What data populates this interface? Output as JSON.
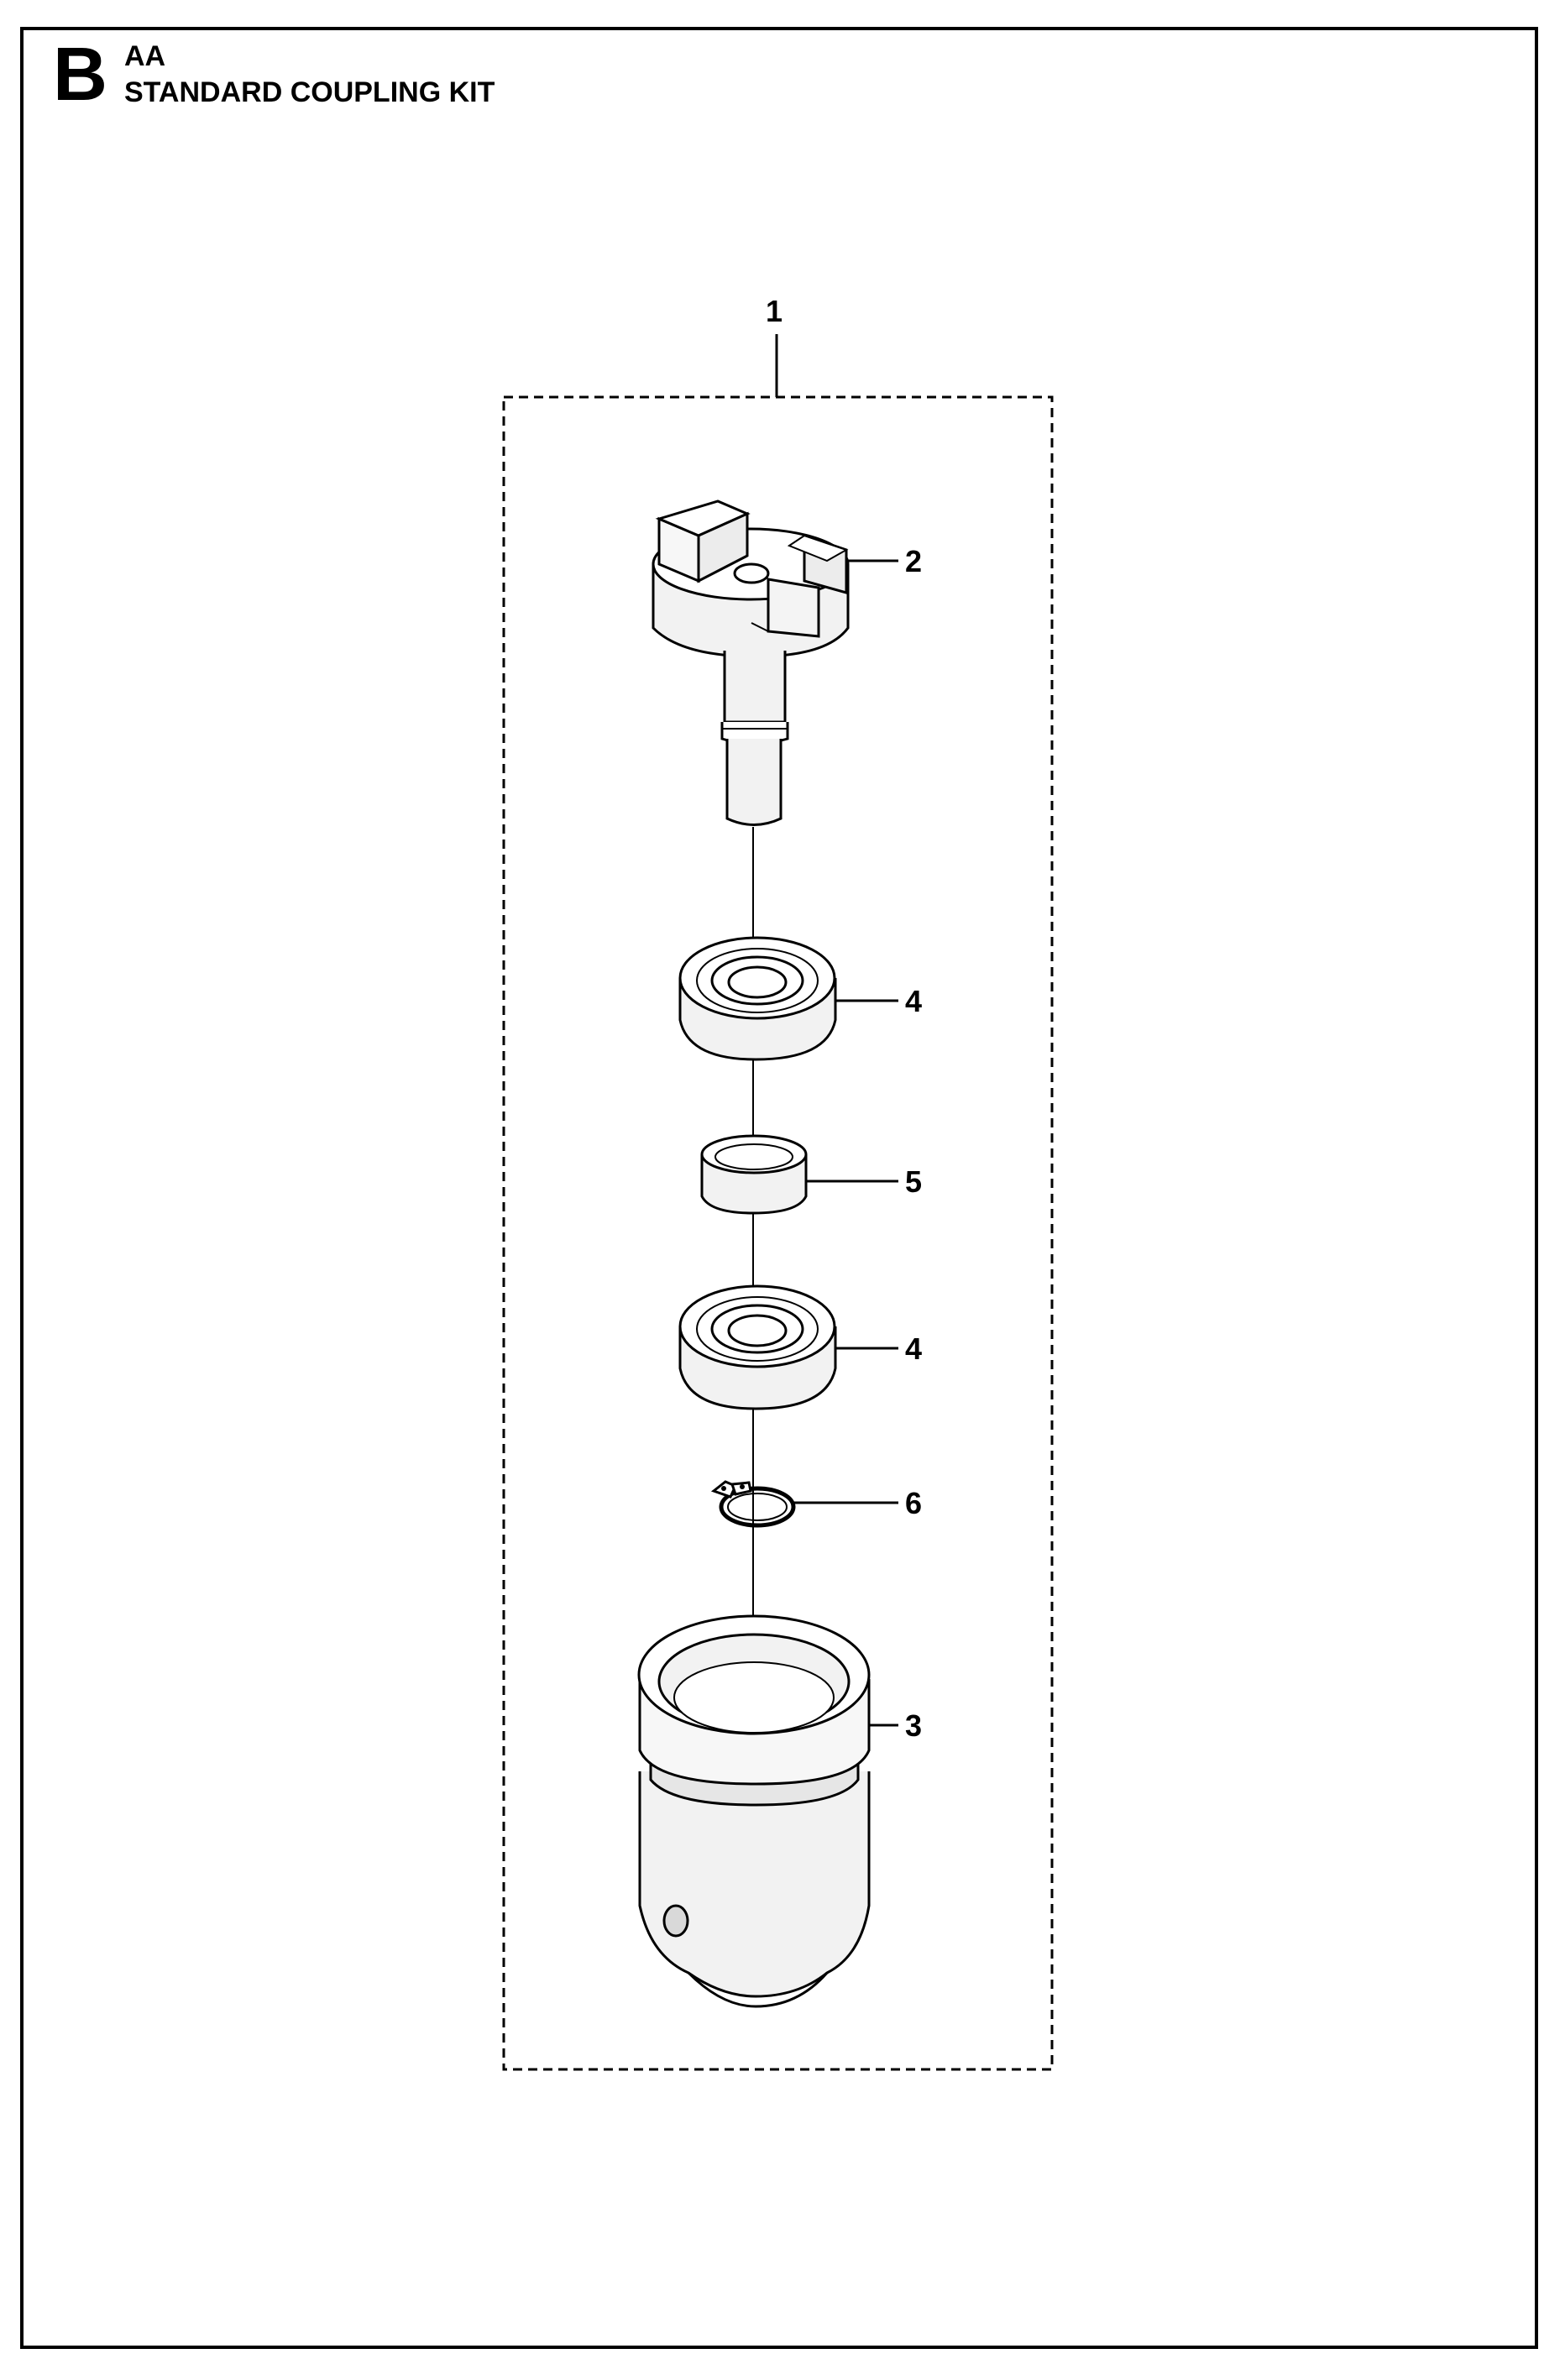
{
  "header": {
    "section_letter": "B",
    "section_code": "AA",
    "title": "STANDARD COUPLING KIT"
  },
  "callouts": {
    "kit": "1",
    "coupling_shaft": "2",
    "bearing_upper": "4",
    "spacer": "5",
    "bearing_lower": "4",
    "circlip": "6",
    "housing": "3"
  },
  "colors": {
    "ink": "#000000",
    "paper": "#ffffff",
    "shade_light": "#f2f2f2",
    "shade_mid": "#d9d9d9"
  }
}
